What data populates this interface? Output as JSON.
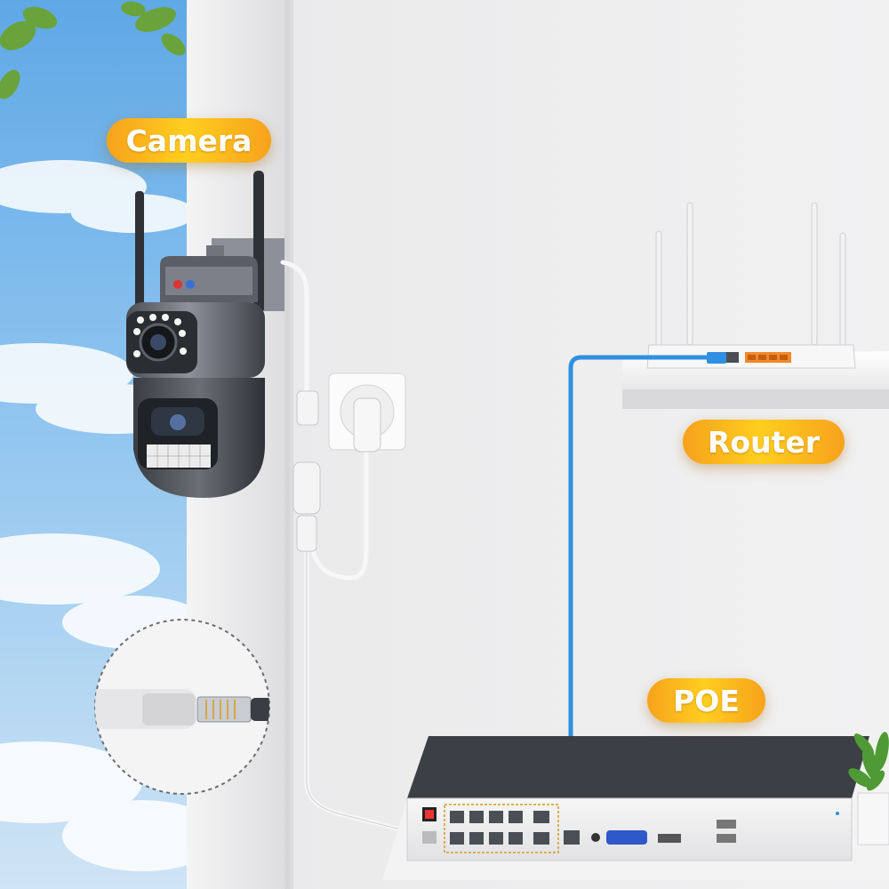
{
  "labels": {
    "camera": "Camera",
    "router": "Router",
    "poe": "POE"
  },
  "colors": {
    "label_orange": "#f7a21b",
    "label_yellow": "#ffce1f",
    "network_cable": "#2f8fe0",
    "router_port": "#f08a2a",
    "wall": "#e9e9ea",
    "sky": "#5fa8e6",
    "device_body": "#555a63",
    "nvr_top": "#3c3f45"
  },
  "icons": [
    "camera-icon",
    "router-icon",
    "nvr-poe-recorder-icon",
    "power-socket-icon",
    "plant-icon",
    "rj45-connector-icon"
  ]
}
